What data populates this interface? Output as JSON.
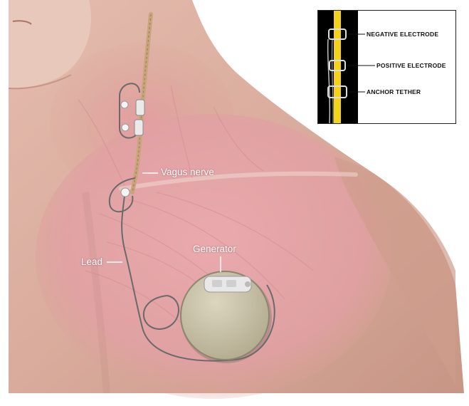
{
  "labels": {
    "vagus_nerve": "Vagus nerve",
    "generator": "Generator",
    "lead": "Lead"
  },
  "inset": {
    "negative_electrode": "NEGATIVE ELECTRODE",
    "positive_electrode": "POSITIVE ELECTRODE",
    "anchor_tether": "ANCHOR TETHER"
  },
  "colors": {
    "skin": "#dcb0a2",
    "muscle": "#e6a2aa",
    "generator_face": "#c9c2a8",
    "lead_wire": "#6a6a6a",
    "nerve": "#f2d21a"
  }
}
